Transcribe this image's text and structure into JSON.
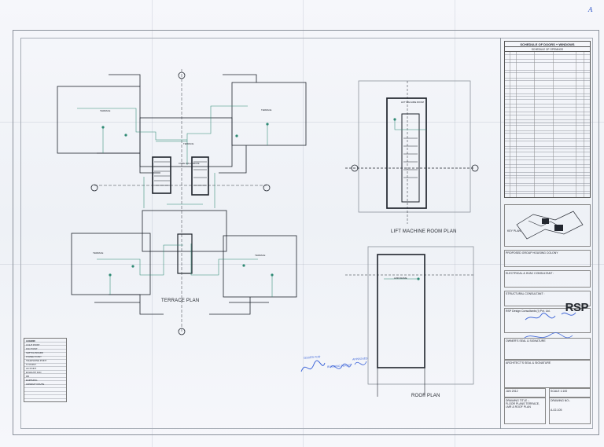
{
  "drawing": {
    "terrace_plan_label": "TERRACE PLAN",
    "lift_machine_room_plan_label": "LIFT MACHINE ROOM PLAN",
    "roof_plan_label": "ROOF PLAN",
    "corner_mark": "A",
    "room_labels": [
      "TERRACE",
      "TERRACE",
      "TERRACE",
      "TERRACE",
      "TERRACE",
      "LIFT MACHINE ROOM",
      "LMR FRAME"
    ],
    "small_note": "CORE WALL ABOVE"
  },
  "title_block": {
    "schedule_title": "SCHEDULE OF DOORS + WINDOWS",
    "schedule_subtitle": "SCHEDULE OF OPENINGS",
    "key_plan_label": "KEY PLAN",
    "project_note": "PROPOSED GROUP HOUSING COLONY",
    "consultant_label": "ELECTRICAL & HVAC CONSULTANT :",
    "structural_label": "STRUCTURAL CONSULTANT :",
    "architect_company": "RSP Design Consultants (I) Pvt. Ltd.",
    "logo_text": "RSP",
    "owner_label": "OWNER'S SEAL & SIGNATURE",
    "architect_label": "ARCHITECT'S SEAL & SIGNATURE",
    "date_label": "JUN 2012",
    "scale_label": "SCALE 1:100",
    "drawing_title_label": "DRAWING TITLE :-",
    "drawing_no_label": "DRAWING NO:-",
    "drawing_title": "FLOOR PLANS TERRACE, LMR & ROOF PLAN",
    "drawing_no": "A-02-105"
  },
  "legend": {
    "items": [
      "LEGEND",
      "LIGHT POINT",
      "FAN POINT",
      "SWITCH BOARD",
      "POWER POINT",
      "TELEPHONE POINT",
      "TV POINT",
      "AC POINT",
      "EXHAUST FAN",
      "DB",
      "EARTHING",
      "CONDUIT ROUTE"
    ]
  },
  "stamps": {
    "stamp_one": "ISSUED FOR",
    "stamp_two": "BUILDING PERMIT",
    "stamp_three": "APPROVED"
  },
  "colors": {
    "wall": "#1f242c",
    "conduit": "#2f8a74",
    "stamp": "#3b63d8",
    "paper": "#f6f7fb"
  }
}
